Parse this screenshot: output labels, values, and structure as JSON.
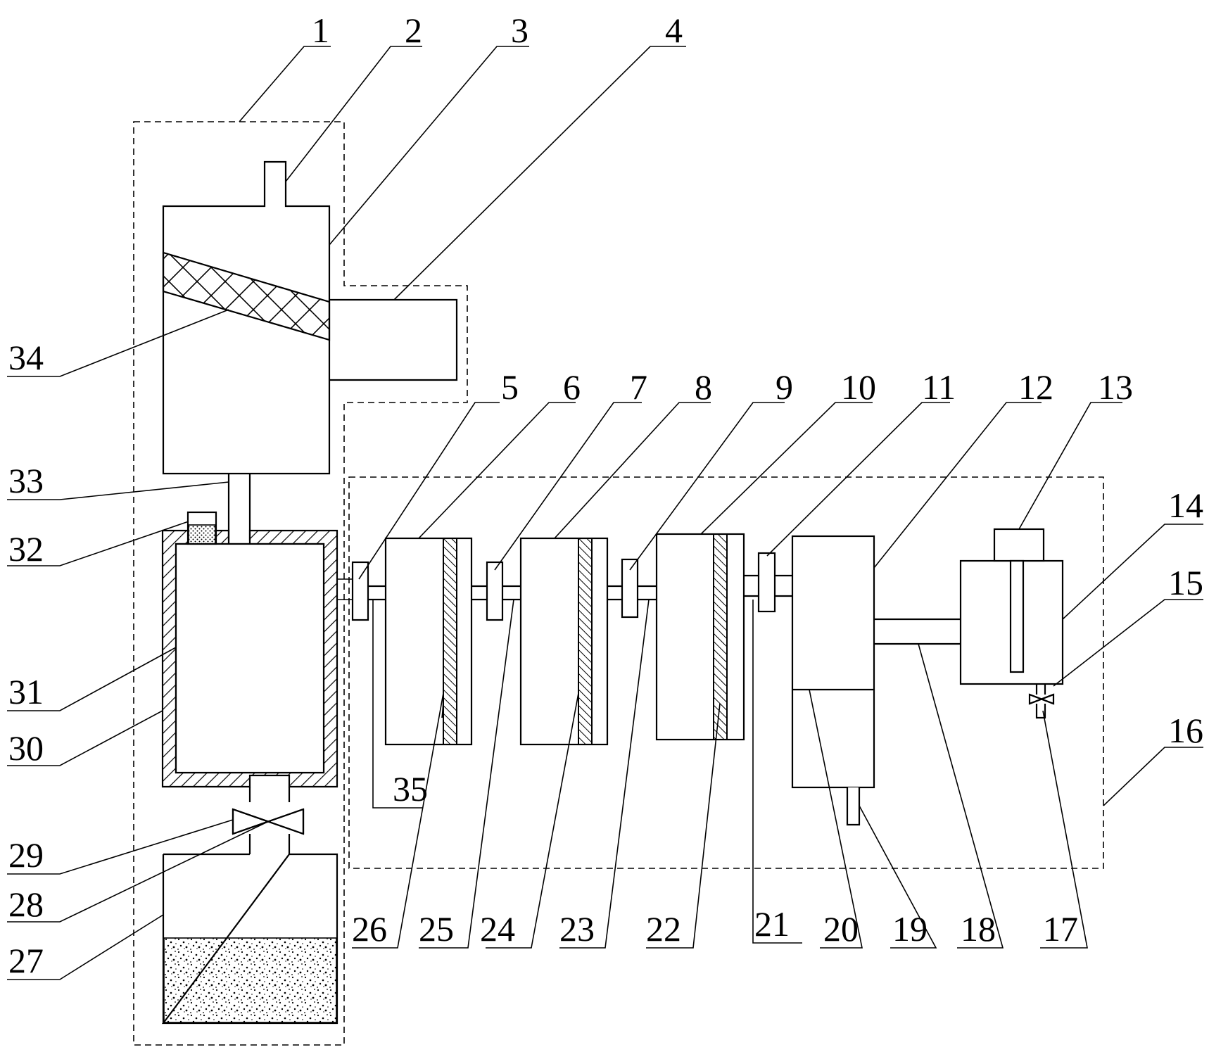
{
  "labels": {
    "l1": "1",
    "l2": "2",
    "l3": "3",
    "l4": "4",
    "l5": "5",
    "l6": "6",
    "l7": "7",
    "l8": "8",
    "l9": "9",
    "l10": "10",
    "l11": "11",
    "l12": "12",
    "l13": "13",
    "l14": "14",
    "l15": "15",
    "l16": "16",
    "l17": "17",
    "l18": "18",
    "l19": "19",
    "l20": "20",
    "l21": "21",
    "l22": "22",
    "l23": "23",
    "l24": "24",
    "l25": "25",
    "l26": "26",
    "l27": "27",
    "l28": "28",
    "l29": "29",
    "l30": "30",
    "l31": "31",
    "l32": "32",
    "l33": "33",
    "l34": "34",
    "l35": "35"
  }
}
